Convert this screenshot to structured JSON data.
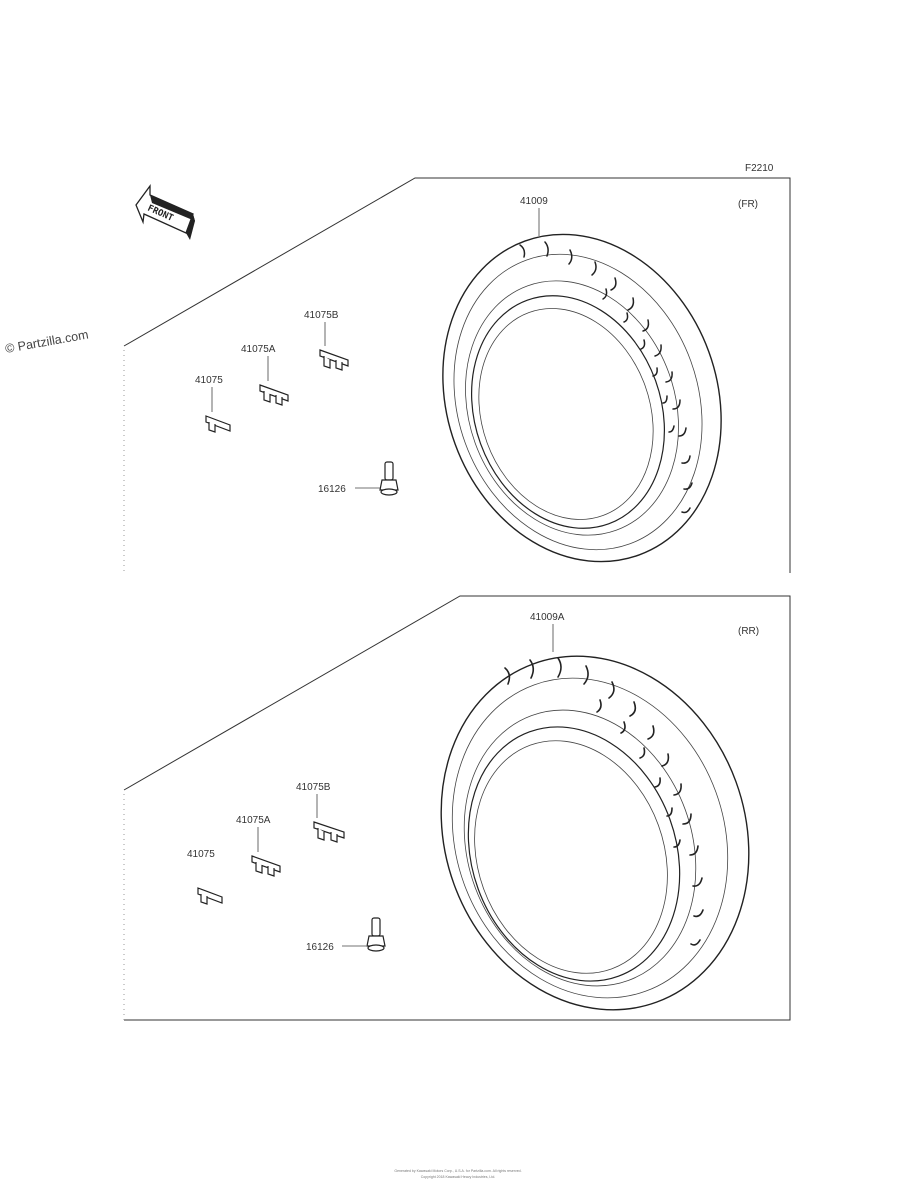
{
  "watermark": "© Partzilla.com",
  "figure_code": "F2210",
  "front_arrow_label": "FRONT",
  "panels": [
    {
      "position_label": "(FR)",
      "tire_part": "41009",
      "parts": [
        "41075B",
        "41075A",
        "41075",
        "16126"
      ]
    },
    {
      "position_label": "(RR)",
      "tire_part": "41009A",
      "parts": [
        "41075B",
        "41075A",
        "41075",
        "16126"
      ]
    }
  ],
  "footer": {
    "line1": "Generated by Kawasaki Motors Corp., U.S.A. for Partzilla.com. All rights reserved.",
    "line2": "Copyright 2018 Kawasaki Heavy Industries, Ltd."
  }
}
